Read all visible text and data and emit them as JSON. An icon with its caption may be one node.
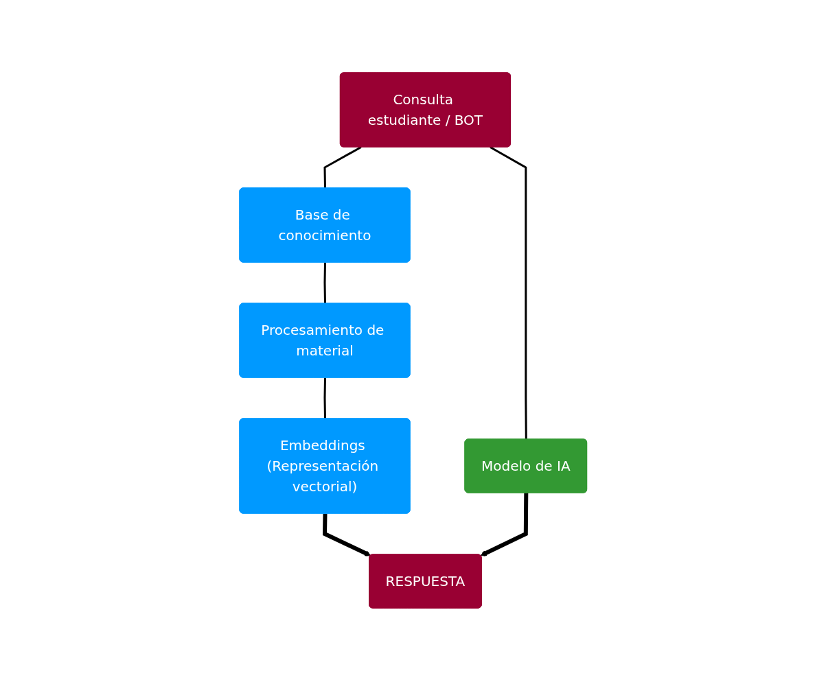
{
  "diagram": {
    "nodes": [
      {
        "text": [
          "Consulta estudiante / BOT"
        ]
      },
      {
        "text": [
          "Base de conocimiento"
        ]
      },
      {
        "text": [
          "Procesamiento de material"
        ]
      },
      {
        "text": [
          "Embeddings (Representación vectorial)"
        ]
      },
      {
        "text": [
          "Modelo de IA"
        ]
      },
      {
        "text": [
          "RESPUESTA"
        ]
      }
    ],
    "edges": [
      {
        "from": 0,
        "to": 1,
        "arrow": "none"
      },
      {
        "from": 1,
        "to": 2,
        "arrow": "none"
      },
      {
        "from": 2,
        "to": 3,
        "arrow": "none"
      },
      {
        "from": 3,
        "to": 5,
        "arrow": "to",
        "style": "thick"
      },
      {
        "from": 0,
        "to": 4,
        "arrow": "none"
      },
      {
        "from": 4,
        "to": 5,
        "arrow": "to",
        "style": "thick"
      }
    ]
  }
}
